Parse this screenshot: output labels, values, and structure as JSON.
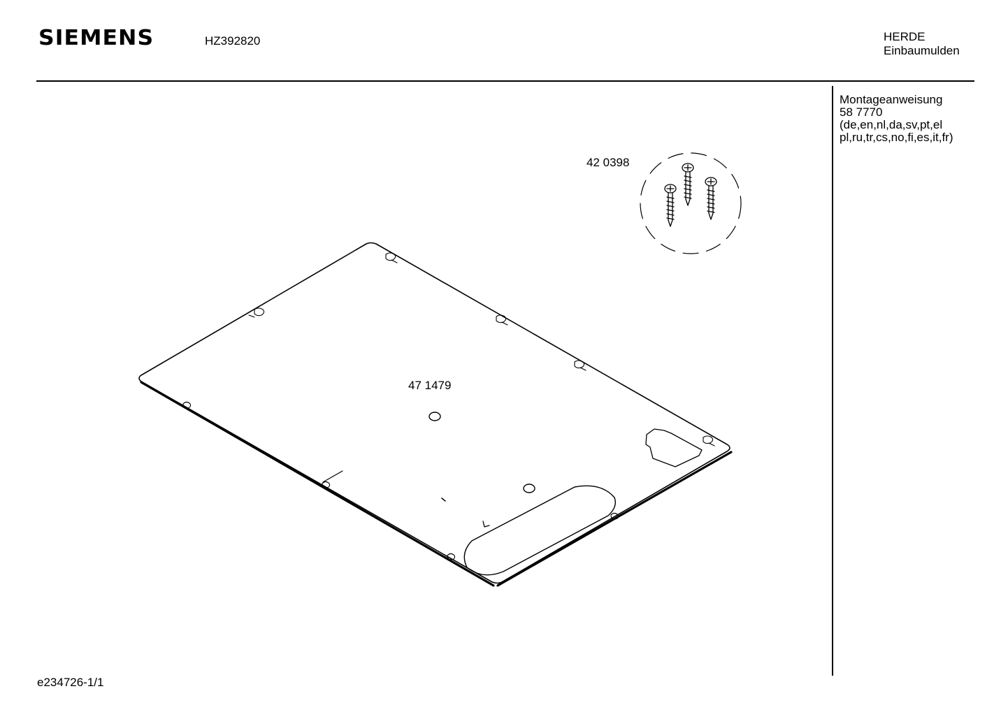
{
  "header": {
    "brand": "SIEMENS",
    "model": "HZ392820",
    "category_line1": "HERDE",
    "category_line2": "Einbaumulden"
  },
  "documents": {
    "line1": "Montageanweisung",
    "line2": "58 7770",
    "line3": "(de,en,nl,da,sv,pt,el",
    "line4": "pl,ru,tr,cs,no,fi,es,it,fr)"
  },
  "parts": {
    "screws_label": "42 0398",
    "plate_label": "47 1479"
  },
  "footer": {
    "drawing_id": "e234726-1/1"
  }
}
